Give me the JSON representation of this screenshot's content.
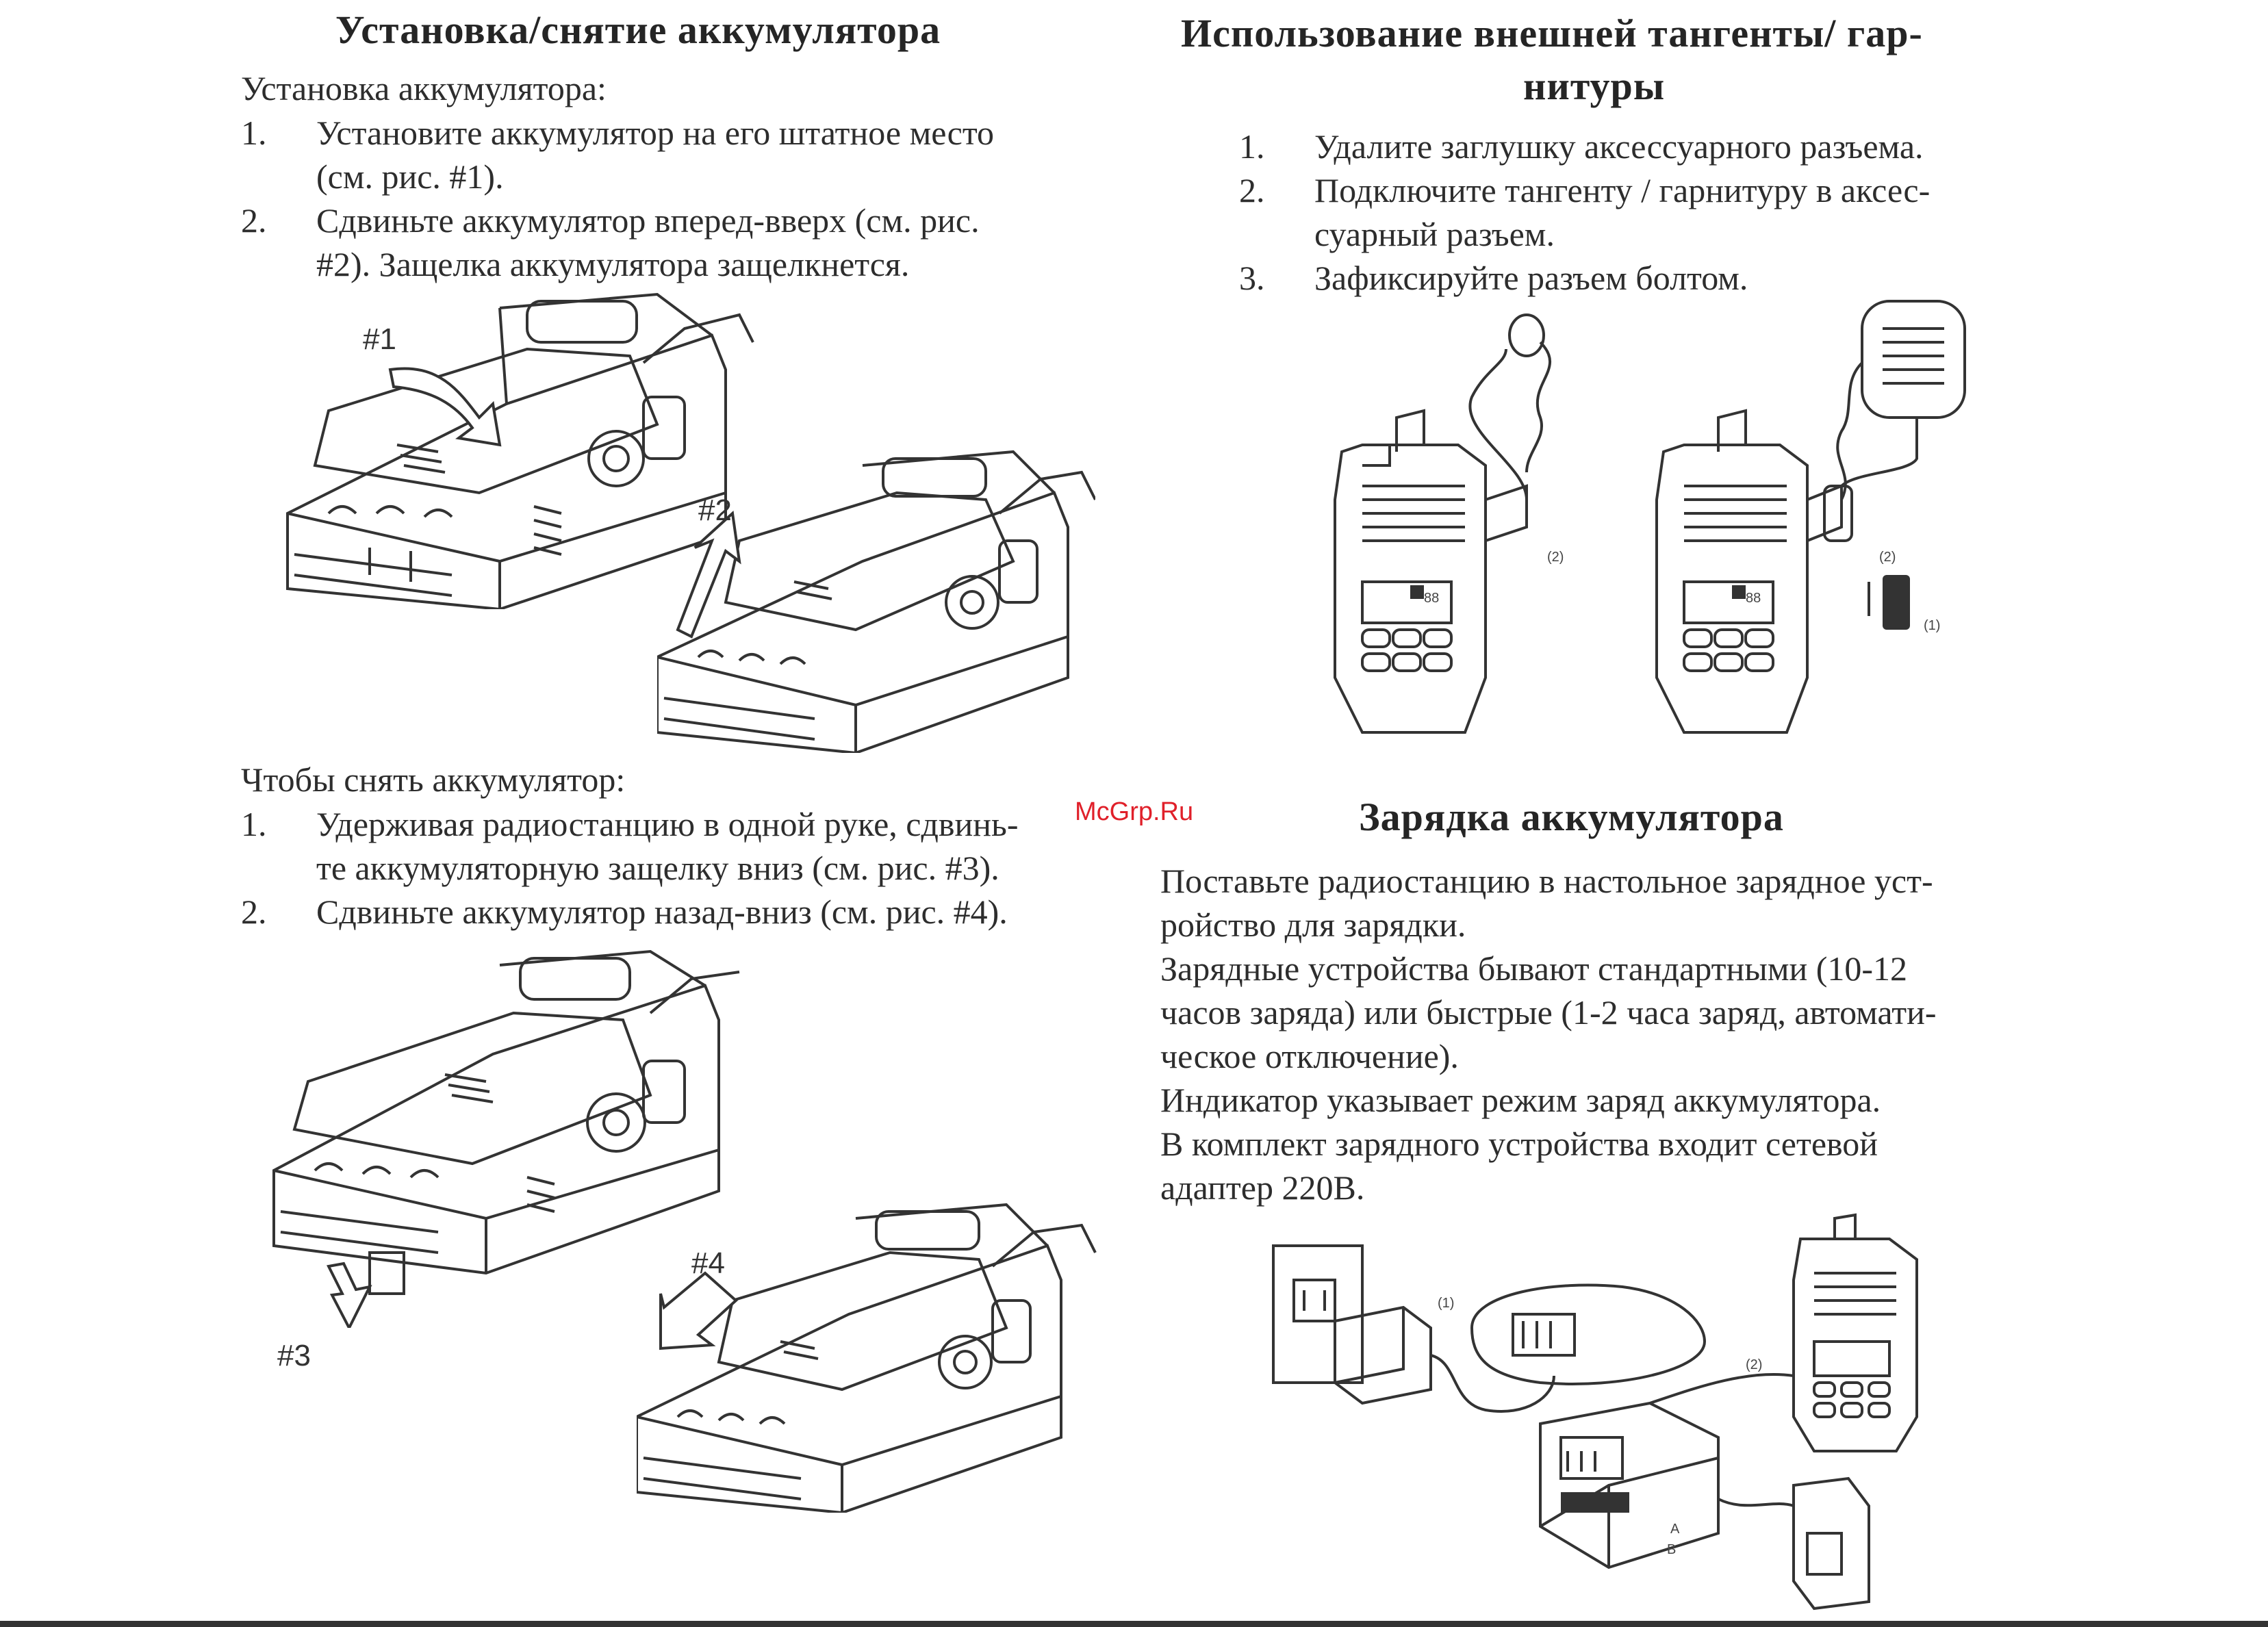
{
  "left": {
    "title": "Установка/снятие аккумулятора",
    "install_heading": "Установка аккумулятора:",
    "install_steps": [
      {
        "num": "1.",
        "lines": [
          "Установите аккумулятор на его штатное место",
          "(см. рис. #1)."
        ]
      },
      {
        "num": "2.",
        "lines": [
          "Сдвиньте аккумулятор вперед-вверх (см. рис.",
          "#2). Защелка аккумулятора защелкнется."
        ]
      }
    ],
    "remove_heading": "Чтобы снять аккумулятор:",
    "remove_steps": [
      {
        "num": "1.",
        "lines": [
          "Удерживая радиостанцию в одной руке, сдвинь-",
          "те аккумуляторную защелку вниз (см. рис. #3)."
        ]
      },
      {
        "num": "2.",
        "lines": [
          "Сдвиньте аккумулятор назад-вниз (см. рис. #4)."
        ]
      }
    ],
    "fig_labels": {
      "f1": "#1",
      "f2": "#2",
      "f3": "#3",
      "f4": "#4"
    }
  },
  "right": {
    "title_line1": "Использование внешней тангенты/ гар-",
    "title_line2": "нитуры",
    "steps": [
      {
        "num": "1.",
        "lines": [
          "Удалите заглушку аксессуарного разъема."
        ]
      },
      {
        "num": "2.",
        "lines": [
          "Подключите тангенту / гарнитуру в аксес-",
          "суарный разъем."
        ]
      },
      {
        "num": "3.",
        "lines": [
          "Зафиксируйте разъем болтом."
        ]
      }
    ],
    "fig_callouts": {
      "c1": "(1)",
      "c2": "(2)",
      "c2b": "(2)",
      "lcd": "88"
    },
    "charge_title": "Зарядка аккумулятора",
    "charge_lines": [
      "Поставьте радиостанцию в настольное зарядное уст-",
      "ройство для зарядки.",
      "Зарядные устройства бывают стандартными (10-12",
      "часов заряда) или быстрые (1-2 часа заряд, автомати-",
      "ческое отключение).",
      "Индикатор указывает режим заряд аккумулятора.",
      "В комплект зарядного устройства входит сетевой",
      "адаптер 220В."
    ],
    "charger_callouts": {
      "c1": "(1)",
      "c2": "(2)",
      "a": "A",
      "b": "B"
    }
  },
  "watermark": "McGrp.Ru"
}
